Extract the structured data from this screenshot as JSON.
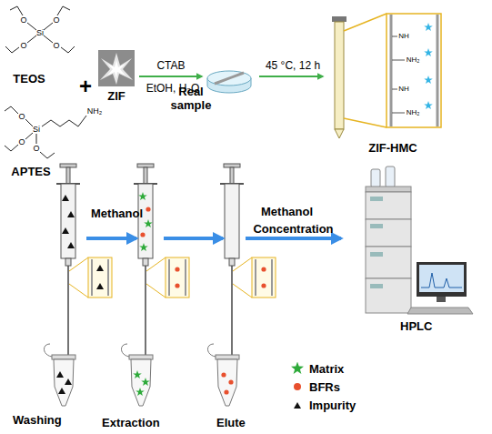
{
  "diagram": {
    "nodes": [
      {
        "text": [
          "Methanol",
          "Washing"
        ]
      },
      {
        "text": [
          "Real sample",
          "Extraction"
        ]
      },
      {
        "text": [
          "Methanol",
          "Elute"
        ]
      },
      {
        "text": [
          "HPLC"
        ]
      }
    ],
    "edges": [
      {
        "from": 0,
        "to": 1,
        "arrow": "to"
      },
      {
        "from": 1,
        "to": 2,
        "arrow": "to"
      },
      {
        "from": 2,
        "to": 3,
        "label": "Concentration",
        "arrow": "to"
      }
    ],
    "labels": [
      "O",
      "O",
      "Si",
      "O",
      "O",
      "TEOS",
      "O",
      "Si",
      "O",
      "O",
      "NH₂",
      "APTES",
      "+",
      "ZIF",
      "CTAB",
      "EtOH, H₂O",
      "45 °C, 12 h",
      "NH",
      "NH₂",
      "NH",
      "NH₂",
      "ZIF-HMC"
    ],
    "legend": [
      {
        "text": "Matrix"
      },
      {
        "text": "BFRs"
      },
      {
        "text": "Impurity"
      }
    ]
  }
}
